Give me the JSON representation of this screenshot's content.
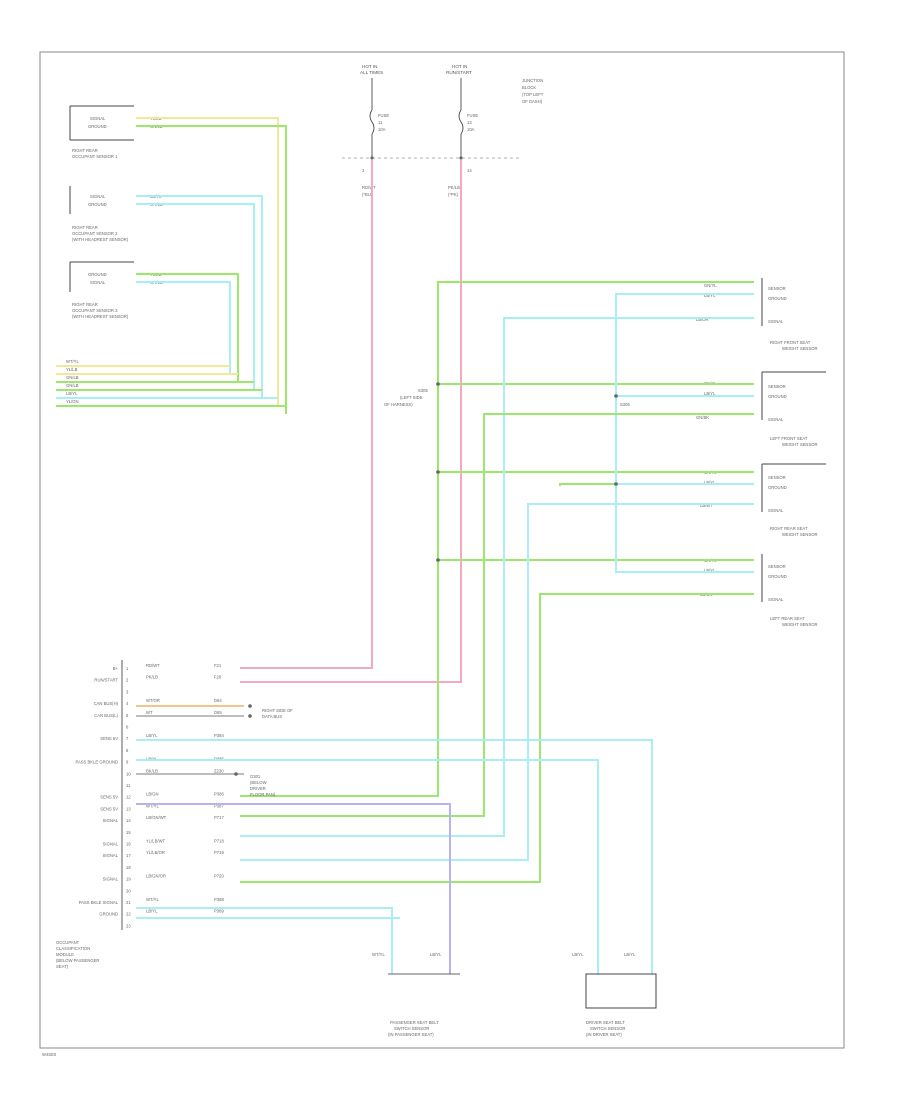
{
  "diagram": {
    "corner_code": "W4SE0",
    "fuse_left": {
      "header": [
        "HOT IN",
        "ALL TIMES"
      ],
      "fuse": [
        "FUSE",
        "11",
        "10A"
      ],
      "wire": [
        "RD/WT",
        "(*BU)"
      ],
      "pin": "2"
    },
    "fuse_right": {
      "header": [
        "HOT IN",
        "RUN/START"
      ],
      "fuse": [
        "FUSE",
        "13",
        "10A"
      ],
      "wire": [
        "PK/LB",
        "(*PK)"
      ],
      "pin": "14"
    },
    "power_dist_note": [
      "JUNCTION",
      "BLOCK",
      "(TOP LEFT",
      "OF DASH)"
    ],
    "left_sensors": [
      {
        "terminals": [
          "SIGNAL",
          "GROUND"
        ],
        "wires": [
          "YL/LB",
          "GN/LB"
        ],
        "caption": [
          "RIGHT REAR",
          "OCCUPANT SENSOR 1"
        ]
      },
      {
        "terminals": [
          "SIGNAL",
          "GROUND"
        ],
        "wires": [
          "LB/YL",
          "WT/LB"
        ],
        "caption": [
          "RIGHT REAR",
          "OCCUPANT SENSOR 2",
          "(WITH HEADREST SENSOR)"
        ]
      },
      {
        "terminals": [
          "GROUND",
          "SIGNAL"
        ],
        "wires": [
          "YL/LB",
          "WT/LB"
        ],
        "caption": [
          "RIGHT REAR",
          "OCCUPANT SENSOR 3",
          "(WITH HEADREST SENSOR)"
        ]
      }
    ],
    "left_bundle": [
      "WT/YL",
      "YL/LB",
      "GN/LB",
      "GN/LB",
      "LB/YL",
      "YL/GN"
    ],
    "splice_label": [
      "S305",
      "(LEFT SIDE",
      "OF HARNESS)"
    ],
    "splice_label2": "S306",
    "right_sensors": [
      {
        "terminals": [
          "SENSOR",
          "GROUND",
          "SIGNAL"
        ],
        "wires": [
          "GN/YL",
          "LB/YL",
          "LB/OR"
        ],
        "caption": [
          "RIGHT FRONT SEAT",
          "WEIGHT SENSOR"
        ]
      },
      {
        "terminals": [
          "SENSOR",
          "GROUND",
          "SIGNAL"
        ],
        "wires": [
          "GN/YL",
          "LB/YL",
          "GN/BK"
        ],
        "caption": [
          "LEFT FRONT SEAT",
          "WEIGHT SENSOR"
        ]
      },
      {
        "terminals": [
          "SENSOR",
          "GROUND",
          "SIGNAL"
        ],
        "wires": [
          "GN/YL",
          "LB/YL",
          "LB/WT"
        ],
        "caption": [
          "RIGHT REAR SEAT",
          "WEIGHT SENSOR"
        ]
      },
      {
        "terminals": [
          "SENSOR",
          "GROUND",
          "SIGNAL"
        ],
        "wires": [
          "GN/YL",
          "LB/YL",
          "LB/GN"
        ],
        "caption": [
          "LEFT REAR SEAT",
          "WEIGHT SENSOR"
        ]
      }
    ],
    "module_pins": [
      {
        "label": "B+",
        "wire": "RD/WT",
        "circuit": "F21"
      },
      {
        "label": "RUN/START",
        "wire": "PK/LB",
        "circuit": "F20"
      },
      {
        "label": "",
        "wire": "",
        "circuit": ""
      },
      {
        "label": "CAN BUS(H)",
        "wire": "WT/OR",
        "circuit": "D64"
      },
      {
        "label": "CAN BUS(L)",
        "wire": "WT",
        "circuit": "D65"
      },
      {
        "label": "",
        "wire": "",
        "circuit": ""
      },
      {
        "label": "SENS 5V",
        "wire": "LB/YL",
        "circuit": "P384"
      },
      {
        "label": "",
        "wire": "",
        "circuit": ""
      },
      {
        "label": "PASS BKLE GROUND",
        "wire": "LB/YL",
        "circuit": "P385"
      },
      {
        "label": "",
        "wire": "BK/LB",
        "circuit": "Z230"
      },
      {
        "label": "",
        "wire": "",
        "circuit": ""
      },
      {
        "label": "SENS 5V",
        "wire": "LB/GN",
        "circuit": "P386"
      },
      {
        "label": "SENS 5V",
        "wire": "WT/YL",
        "circuit": "P387"
      },
      {
        "label": "SIGNAL",
        "wire": "LB/GN/WT",
        "circuit": "P717"
      },
      {
        "label": "",
        "wire": "",
        "circuit": ""
      },
      {
        "label": "SIGNAL",
        "wire": "YL/LB/WT",
        "circuit": "P718"
      },
      {
        "label": "SIGNAL",
        "wire": "YL/LB/OR",
        "circuit": "P719"
      },
      {
        "label": "",
        "wire": "",
        "circuit": ""
      },
      {
        "label": "SIGNAL",
        "wire": "LB/GN/OR",
        "circuit": "P720"
      },
      {
        "label": "",
        "wire": "",
        "circuit": ""
      },
      {
        "label": "PASS BKLE SIGNAL",
        "wire": "WT/YL",
        "circuit": "P388"
      },
      {
        "label": "GROUND",
        "wire": "LB/YL",
        "circuit": "P389"
      },
      {
        "label": "",
        "wire": "",
        "circuit": ""
      }
    ],
    "module_pin_numbers": [
      "1",
      "2",
      "3",
      "4",
      "5",
      "6",
      "7",
      "8",
      "9",
      "10",
      "11",
      "12",
      "13",
      "14",
      "15",
      "16",
      "17",
      "18",
      "19",
      "20",
      "21",
      "22",
      "23"
    ],
    "can_note": [
      "RIGHT SIDE OF",
      "DATA BUS"
    ],
    "ground_note": [
      "G301",
      "(BELOW",
      "DRIVER",
      "FLOOR PAN)"
    ],
    "module_caption": [
      "OCCUPANT",
      "CLASSIFICATION",
      "MODULE",
      "(BELOW PASSENGER",
      "SEAT)"
    ],
    "passenger_buckle": {
      "wires": [
        "WT/YL",
        "LB/YL"
      ],
      "caption": [
        "PASSENGER SEAT BELT",
        "SWITCH SENSOR",
        "(IN PASSENGER SEAT)"
      ]
    },
    "driver_buckle": {
      "wires": [
        "LB/YL",
        "LB/YL"
      ],
      "caption": [
        "DRIVER SEAT BELT",
        "SWITCH SENSOR",
        "(IN DRIVER SEAT)"
      ]
    }
  }
}
